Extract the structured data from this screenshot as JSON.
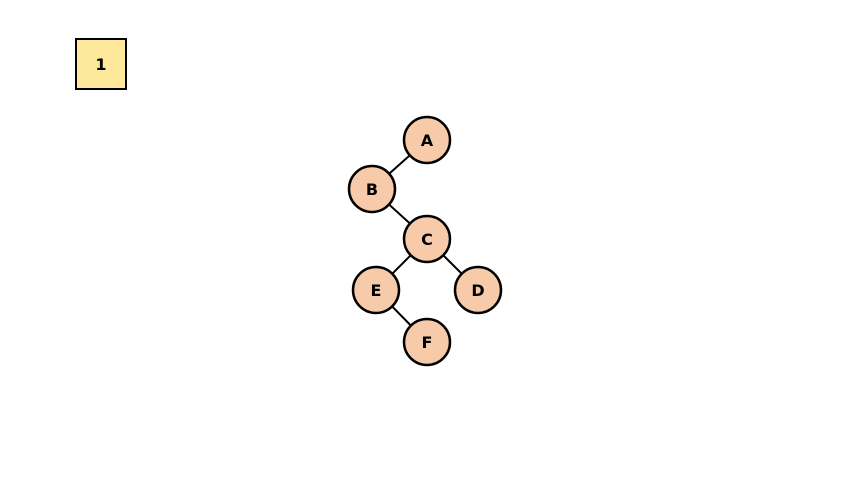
{
  "step_label": "1",
  "colors": {
    "badge_fill": "#fde89c",
    "node_fill": "#f7cba9",
    "stroke": "#000000"
  },
  "tree": {
    "nodes": [
      {
        "id": "A",
        "label": "A"
      },
      {
        "id": "B",
        "label": "B"
      },
      {
        "id": "C",
        "label": "C"
      },
      {
        "id": "E",
        "label": "E"
      },
      {
        "id": "D",
        "label": "D"
      },
      {
        "id": "F",
        "label": "F"
      }
    ],
    "edges": [
      [
        "A",
        "B"
      ],
      [
        "B",
        "C"
      ],
      [
        "C",
        "E"
      ],
      [
        "C",
        "D"
      ],
      [
        "E",
        "F"
      ]
    ]
  }
}
